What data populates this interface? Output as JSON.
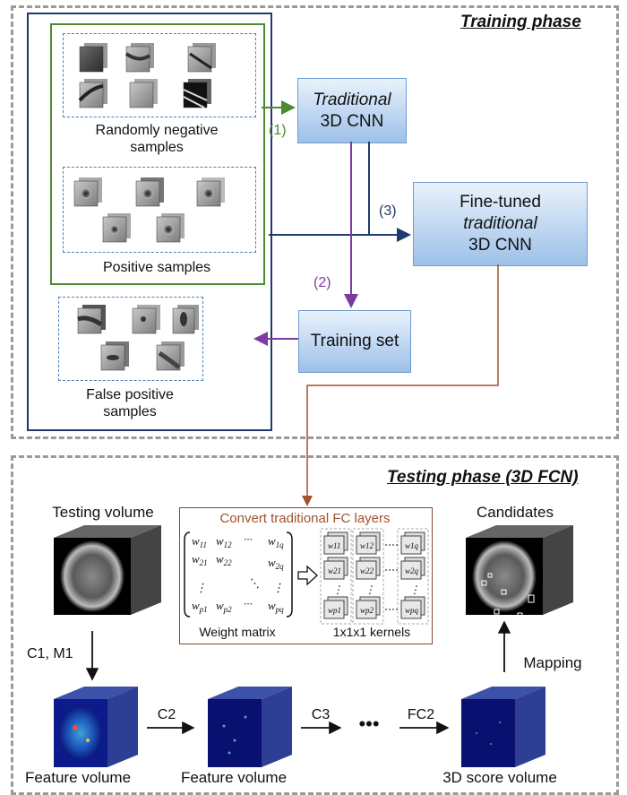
{
  "training": {
    "title": "Training phase",
    "negative_label": "Randomly negative samples",
    "positive_label": "Positive samples",
    "false_positive_label": "False positive samples",
    "traditional_cnn": {
      "line1": "Traditional",
      "line2": "3D CNN"
    },
    "finetuned_cnn": {
      "line1": "Fine-tuned",
      "line2": "traditional",
      "line3": "3D CNN"
    },
    "training_set": "Training set",
    "step1": "(1)",
    "step2": "(2)",
    "step3": "(3)"
  },
  "testing": {
    "title": "Testing phase (3D FCN)",
    "testing_volume": "Testing volume",
    "candidates": "Candidates",
    "convert_title": "Convert traditional FC layers",
    "weight_matrix_label": "Weight matrix",
    "kernels_label": "1x1x1 kernels",
    "c1m1": "C1, M1",
    "c2": "C2",
    "c3": "C3",
    "fc2": "FC2",
    "ellipsis": "•••",
    "mapping": "Mapping",
    "feature_volume_1": "Feature volume",
    "feature_volume_2": "Feature volume",
    "score_volume": "3D score volume"
  },
  "colors": {
    "green": "#4e8a2f",
    "navy": "#1f3a6b",
    "purple": "#7a3ca0",
    "brown": "#a0522d",
    "dashed_gray": "#9a9a9a"
  }
}
